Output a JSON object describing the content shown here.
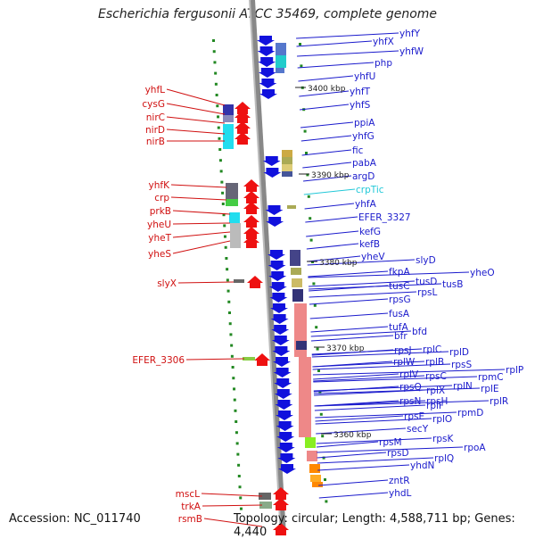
{
  "title": "Escherichia fergusonii ATCC 35469, complete genome",
  "footer": {
    "accession": "Accession: NC_011740",
    "info": "Topology: circular; Length: 4,588,711 bp; Genes: 4,440"
  },
  "colors": {
    "forward": "#ee1111",
    "reverse": "#1111dd",
    "left_labels": "#d01010",
    "right_labels": "#1a1acc",
    "highlight_label": "#22c8d8",
    "backbone": "#888888"
  },
  "kbp_marks": [
    "3400 kbp",
    "3390 kbp",
    "3380 kbp",
    "3370 kbp",
    "3360 kbp"
  ],
  "left_genes": [
    "yhfL",
    "cysG",
    "nirC",
    "nirD",
    "nirB",
    "yhfK",
    "crp",
    "prkB",
    "yheU",
    "yheT",
    "yheS",
    "slyX",
    "EFER_3306",
    "mscL",
    "trkA",
    "rsmB"
  ],
  "right_genes": [
    "yhfY",
    "yhfX",
    "yhfW",
    "php",
    "yhfU",
    "yhfT",
    "yhfS",
    "ppiA",
    "yhfG",
    "fic",
    "pabA",
    "argD",
    "crpTic",
    "yhfA",
    "EFER_3327",
    "kefG",
    "kefB",
    "yheV",
    "slyD",
    "fkpA",
    "yheO",
    "tusD",
    "tusC",
    "tusB",
    "rpsL",
    "rpsG",
    "fusA",
    "tufA",
    "bfd",
    "bfr",
    "rpsJ",
    "rplC",
    "rplD",
    "rplW",
    "rplB",
    "rpsS",
    "rplV",
    "rpsC",
    "rpmC",
    "rplP",
    "rpsQ",
    "rplX",
    "rplN",
    "rplE",
    "rpsH",
    "rpsN",
    "rplF",
    "rplR",
    "rpsE",
    "rplO",
    "rpmD",
    "secY",
    "rpsM",
    "rpsK",
    "rpsD",
    "rpoA",
    "rplQ",
    "yhdN",
    "zntR",
    "yhdL"
  ]
}
